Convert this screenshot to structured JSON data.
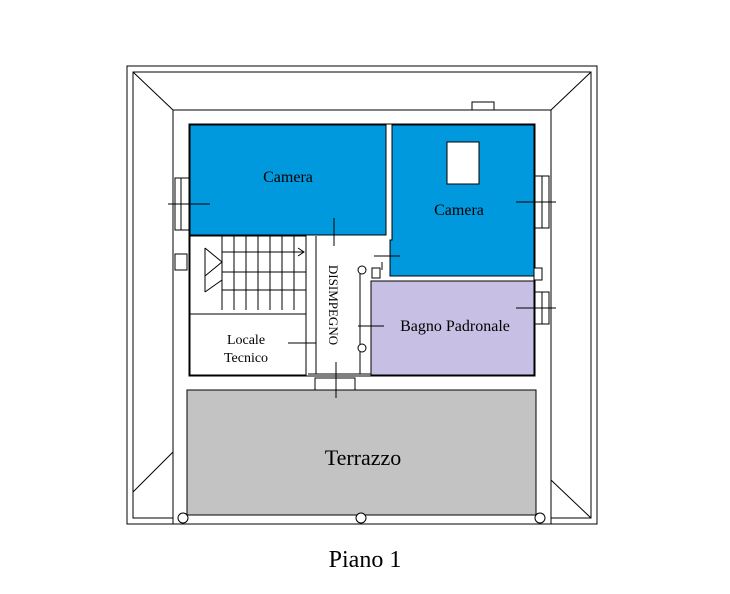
{
  "plan": {
    "caption": "Piano 1",
    "rooms": {
      "camera_left": "Camera",
      "camera_right": "Camera",
      "bagno": "Bagno Padronale",
      "locale_line1": "Locale",
      "locale_line2": "Tecnico",
      "disimpegno": "DISIMPEGNO",
      "terrazzo": "Terrazzo"
    },
    "colors": {
      "camera": "#0099dd",
      "bagno": "#c8bfe4",
      "terrazzo": "#c3c3c3",
      "wall": "#000000"
    }
  }
}
